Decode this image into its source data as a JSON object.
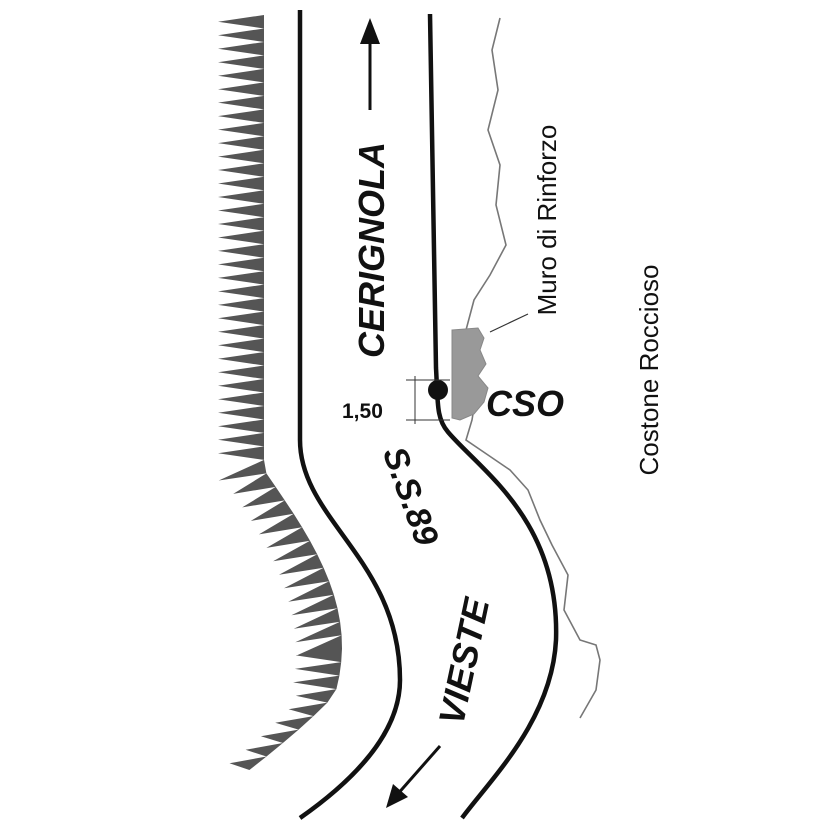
{
  "labels": {
    "direction_north": "CERIGNOLA",
    "direction_south": "VIESTE",
    "road_name": "S.S.89",
    "point_label": "CSO",
    "distance": "1,50",
    "wall": "Muro di Rinforzo",
    "cliff": "Costone Roccioso"
  },
  "colors": {
    "line": "#111111",
    "slope_teeth": "#555555",
    "wall_fill": "#999999",
    "cliff_edge": "#777777"
  }
}
